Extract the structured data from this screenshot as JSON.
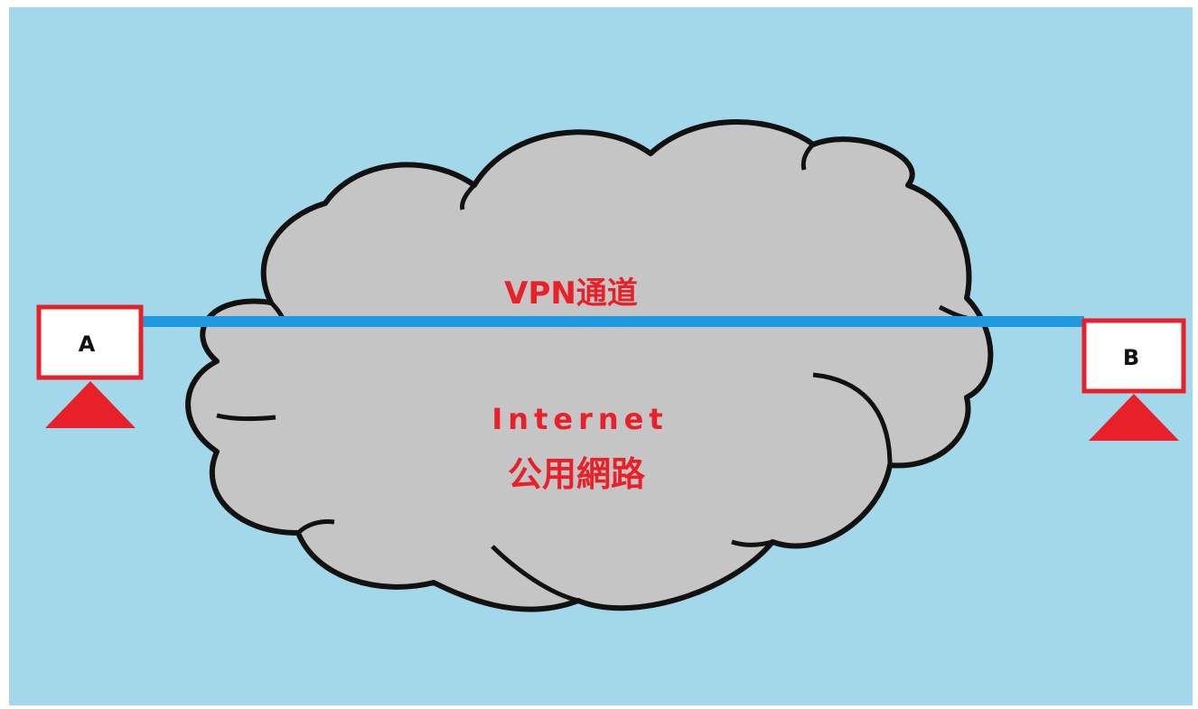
{
  "diagram": {
    "tunnel_label": "VPN通道",
    "network_label_line1": "Internet",
    "network_label_line2": "公用網路",
    "node_a_label": "A",
    "node_b_label": "B"
  },
  "colors": {
    "background": "#a2d8ea",
    "cloud_fill": "#c5c5c5",
    "cloud_stroke": "#111111",
    "tunnel": "#1f9ae0",
    "node_border": "#e8202a",
    "node_fill": "#ffffff",
    "stand": "#e8202a",
    "label_red": "#e8202a"
  }
}
